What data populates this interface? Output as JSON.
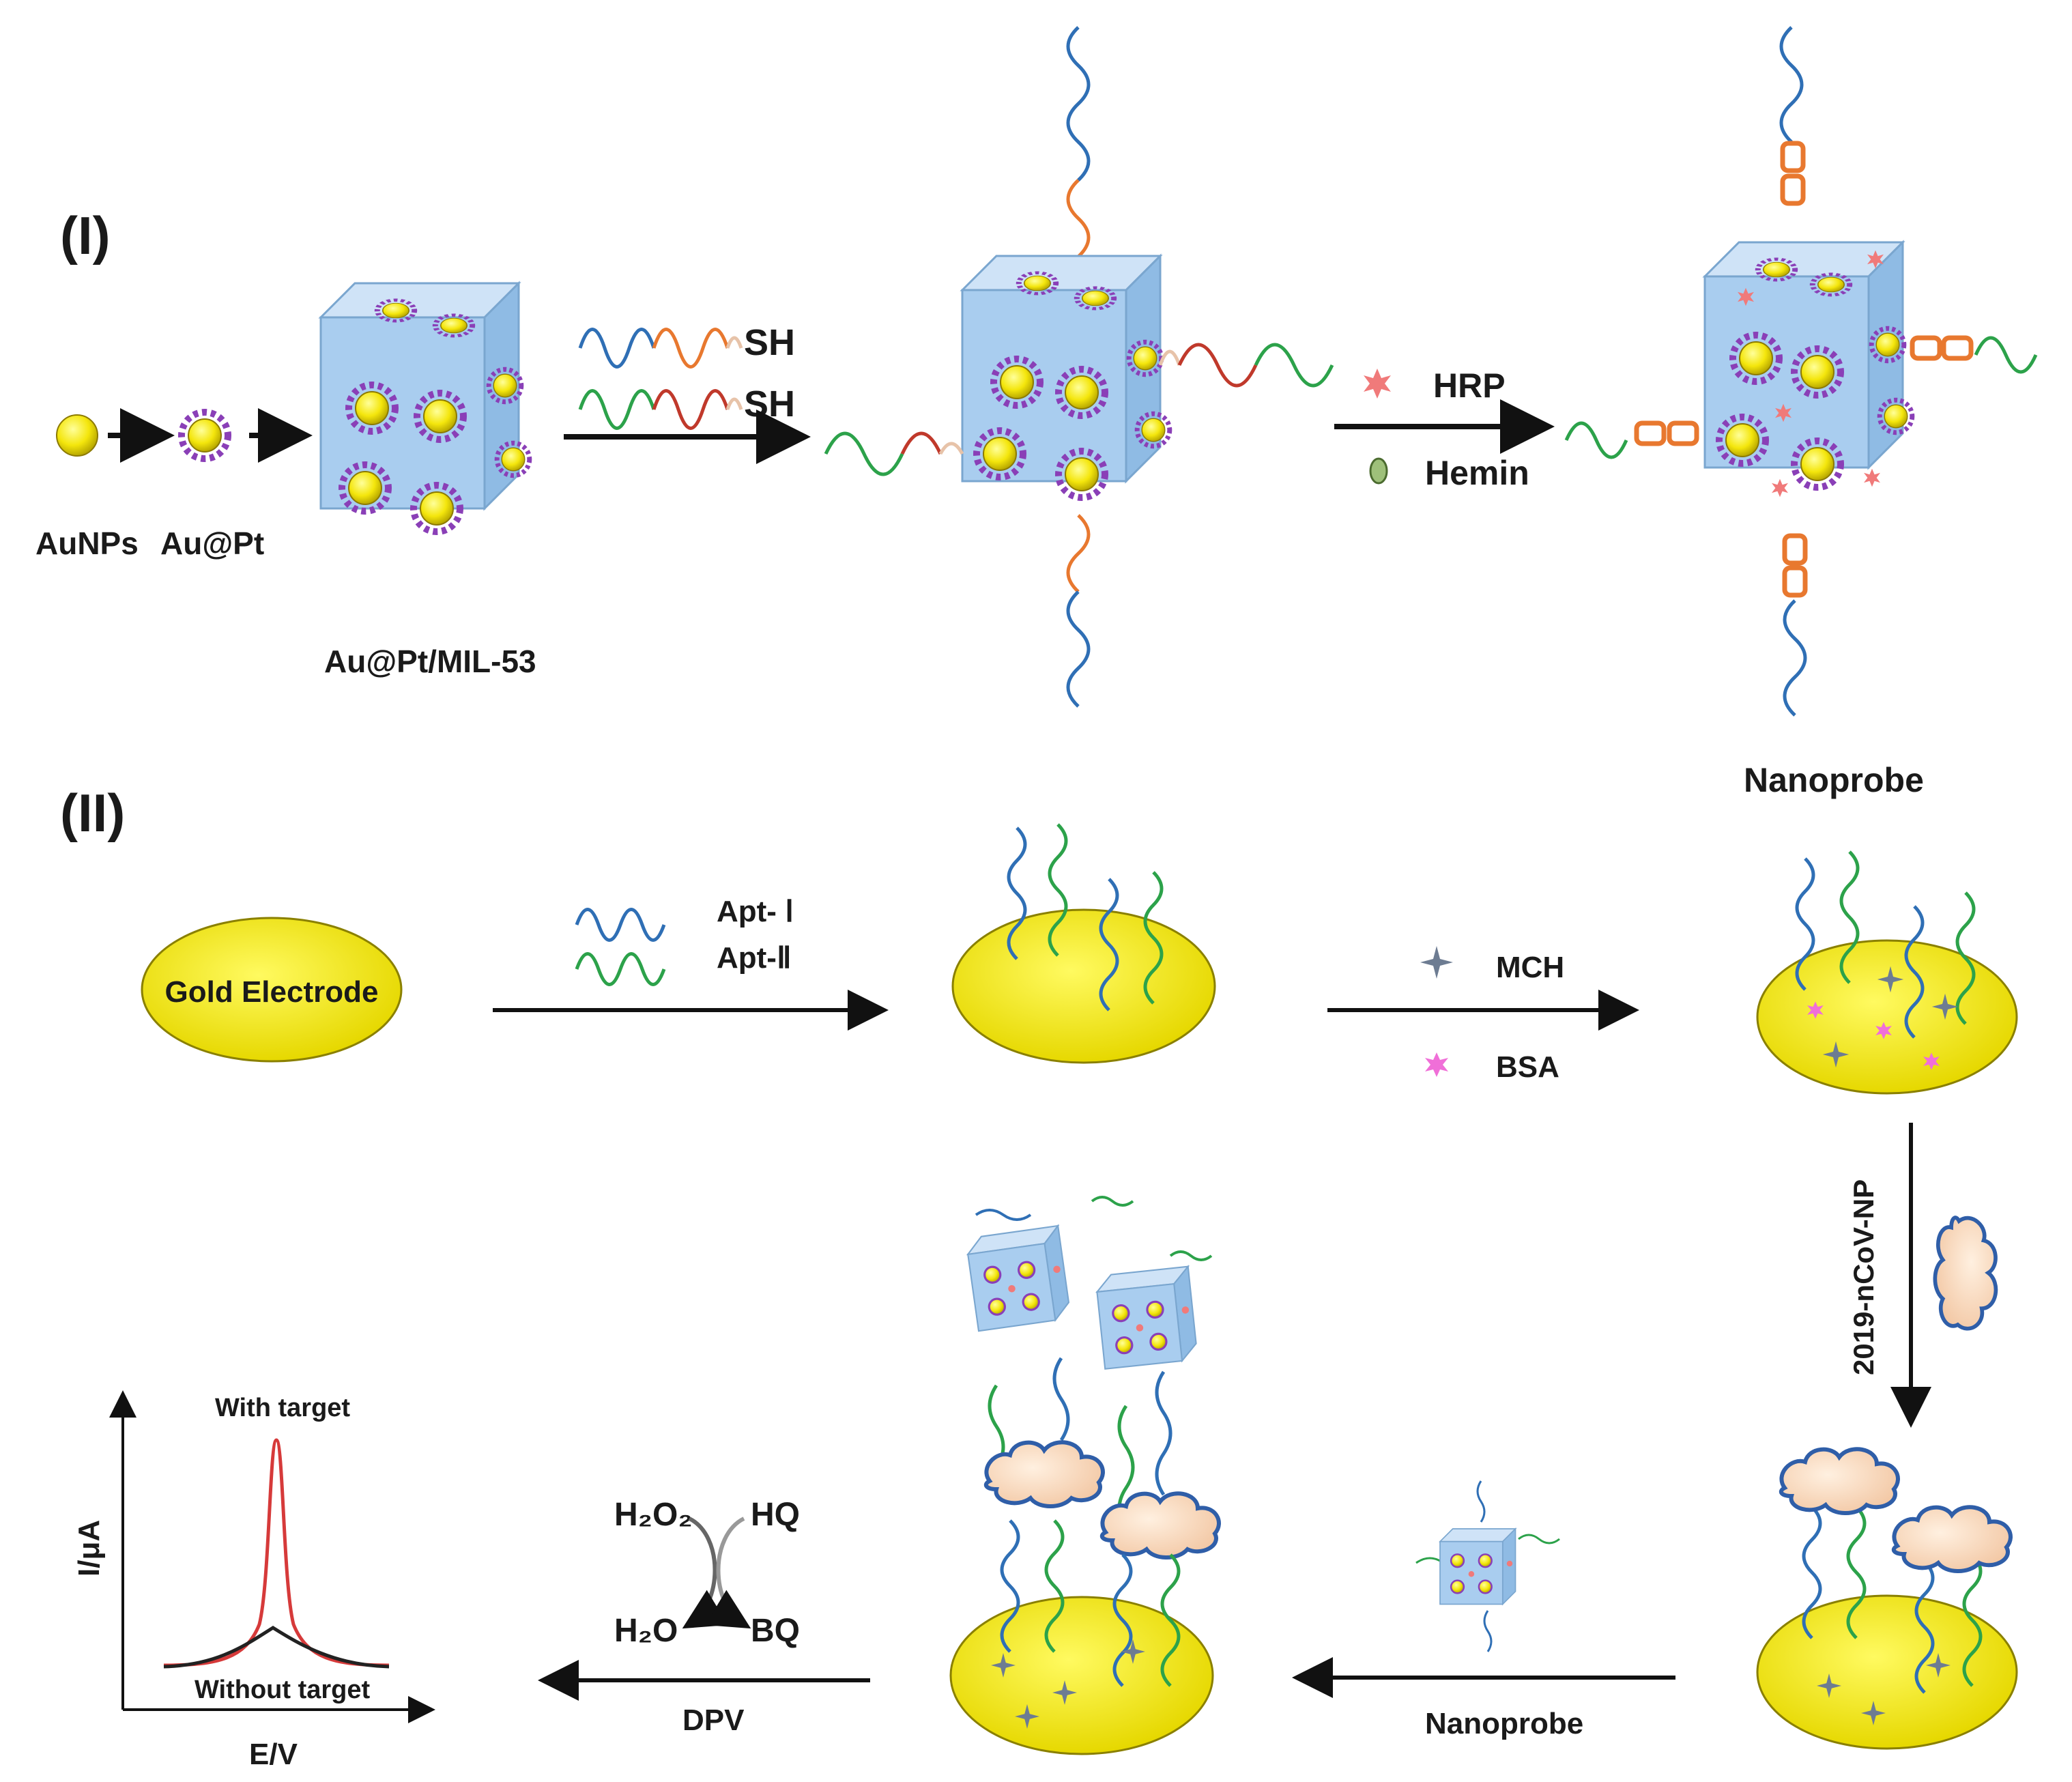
{
  "panel_I": {
    "label": "(I)",
    "aunps": "AuNPs",
    "aupt": "Au@Pt",
    "mof": "Au@Pt/MIL-53",
    "sh1": "SH",
    "sh2": "SH",
    "hrp": "HRP",
    "hemin": "Hemin",
    "nanoprobe": "Nanoprobe"
  },
  "panel_II": {
    "label": "(II)",
    "electrode": "Gold Electrode",
    "apt1": "Apt- Ⅰ",
    "apt2": "Apt-Ⅱ",
    "mch": "MCH",
    "bsa": "BSA",
    "target": "2019-nCoV-NP",
    "nanoprobe_step": "Nanoprobe",
    "dpv": "DPV",
    "h2o2": "H₂O₂",
    "h2o": "H₂O",
    "hq": "HQ",
    "bq": "BQ",
    "ylabel": "I/μA",
    "xlabel": "E/V",
    "with_target": "With target",
    "without_target": "Without target"
  },
  "colors": {
    "cube_face": "#a9cdef",
    "electrode": "#f7ee17",
    "apt1": "#2f6fb5",
    "apt2": "#2ca24a",
    "linker": "#e8782f",
    "hrp": "#f07a7a",
    "bsa": "#f06fd8",
    "mch": "#6d7c92",
    "with_target_curve": "#d63a3a",
    "without_target_curve": "#222222"
  }
}
